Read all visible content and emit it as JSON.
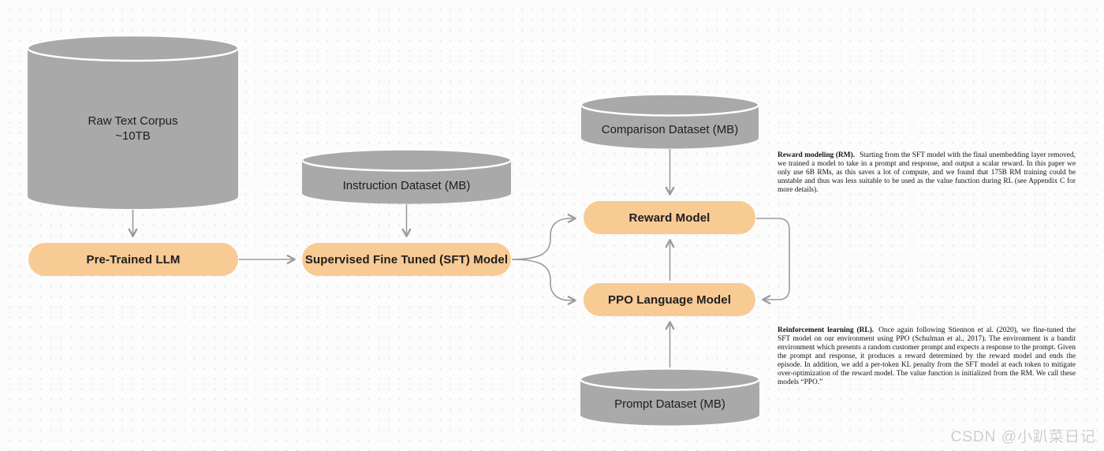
{
  "diagram": {
    "nodes": {
      "raw_corpus": {
        "line1": "Raw Text Corpus",
        "line2": "~10TB"
      },
      "instruction_dataset": {
        "label": "Instruction Dataset (MB)"
      },
      "comparison_dataset": {
        "label": "Comparison Dataset (MB)"
      },
      "prompt_dataset": {
        "label": "Prompt Dataset (MB)"
      },
      "pretrained_llm": {
        "label": "Pre-Trained LLM"
      },
      "sft_model": {
        "label": "Supervised Fine Tuned (SFT) Model"
      },
      "reward_model": {
        "label": "Reward Model"
      },
      "ppo_model": {
        "label": "PPO Language Model"
      }
    },
    "colors": {
      "node_fill": "#F8CA94",
      "cylinder_fill": "#A9A9A9",
      "cylinder_rim": "#FFFFFF",
      "connector": "#9B9B9B"
    }
  },
  "annotations": {
    "reward_modeling": {
      "lead": "Reward modeling (RM).",
      "body": "Starting from the SFT model with the final unembedding layer removed, we trained a model to take in a prompt and response, and output a scalar reward. In this paper we only use 6B RMs, as this saves a lot of compute, and we found that 175B RM training could be unstable and thus was less suitable to be used as the value function during RL (see Appendix C for more details)."
    },
    "reinforcement_learning": {
      "lead": "Reinforcement learning (RL).",
      "body": "Once again following Stiennon et al. (2020), we fine-tuned the SFT model on our environment using PPO (Schulman et al., 2017). The environment is a bandit environment which presents a random customer prompt and expects a response to the prompt. Given the prompt and response, it produces a reward determined by the reward model and ends the episode. In addition, we add a per-token KL penalty from the SFT model at each token to mitigate over-optimization of the reward model. The value function is initialized from the RM. We call these models “PPO.”"
    }
  },
  "watermark": {
    "text": "CSDN @小趴菜日记"
  }
}
